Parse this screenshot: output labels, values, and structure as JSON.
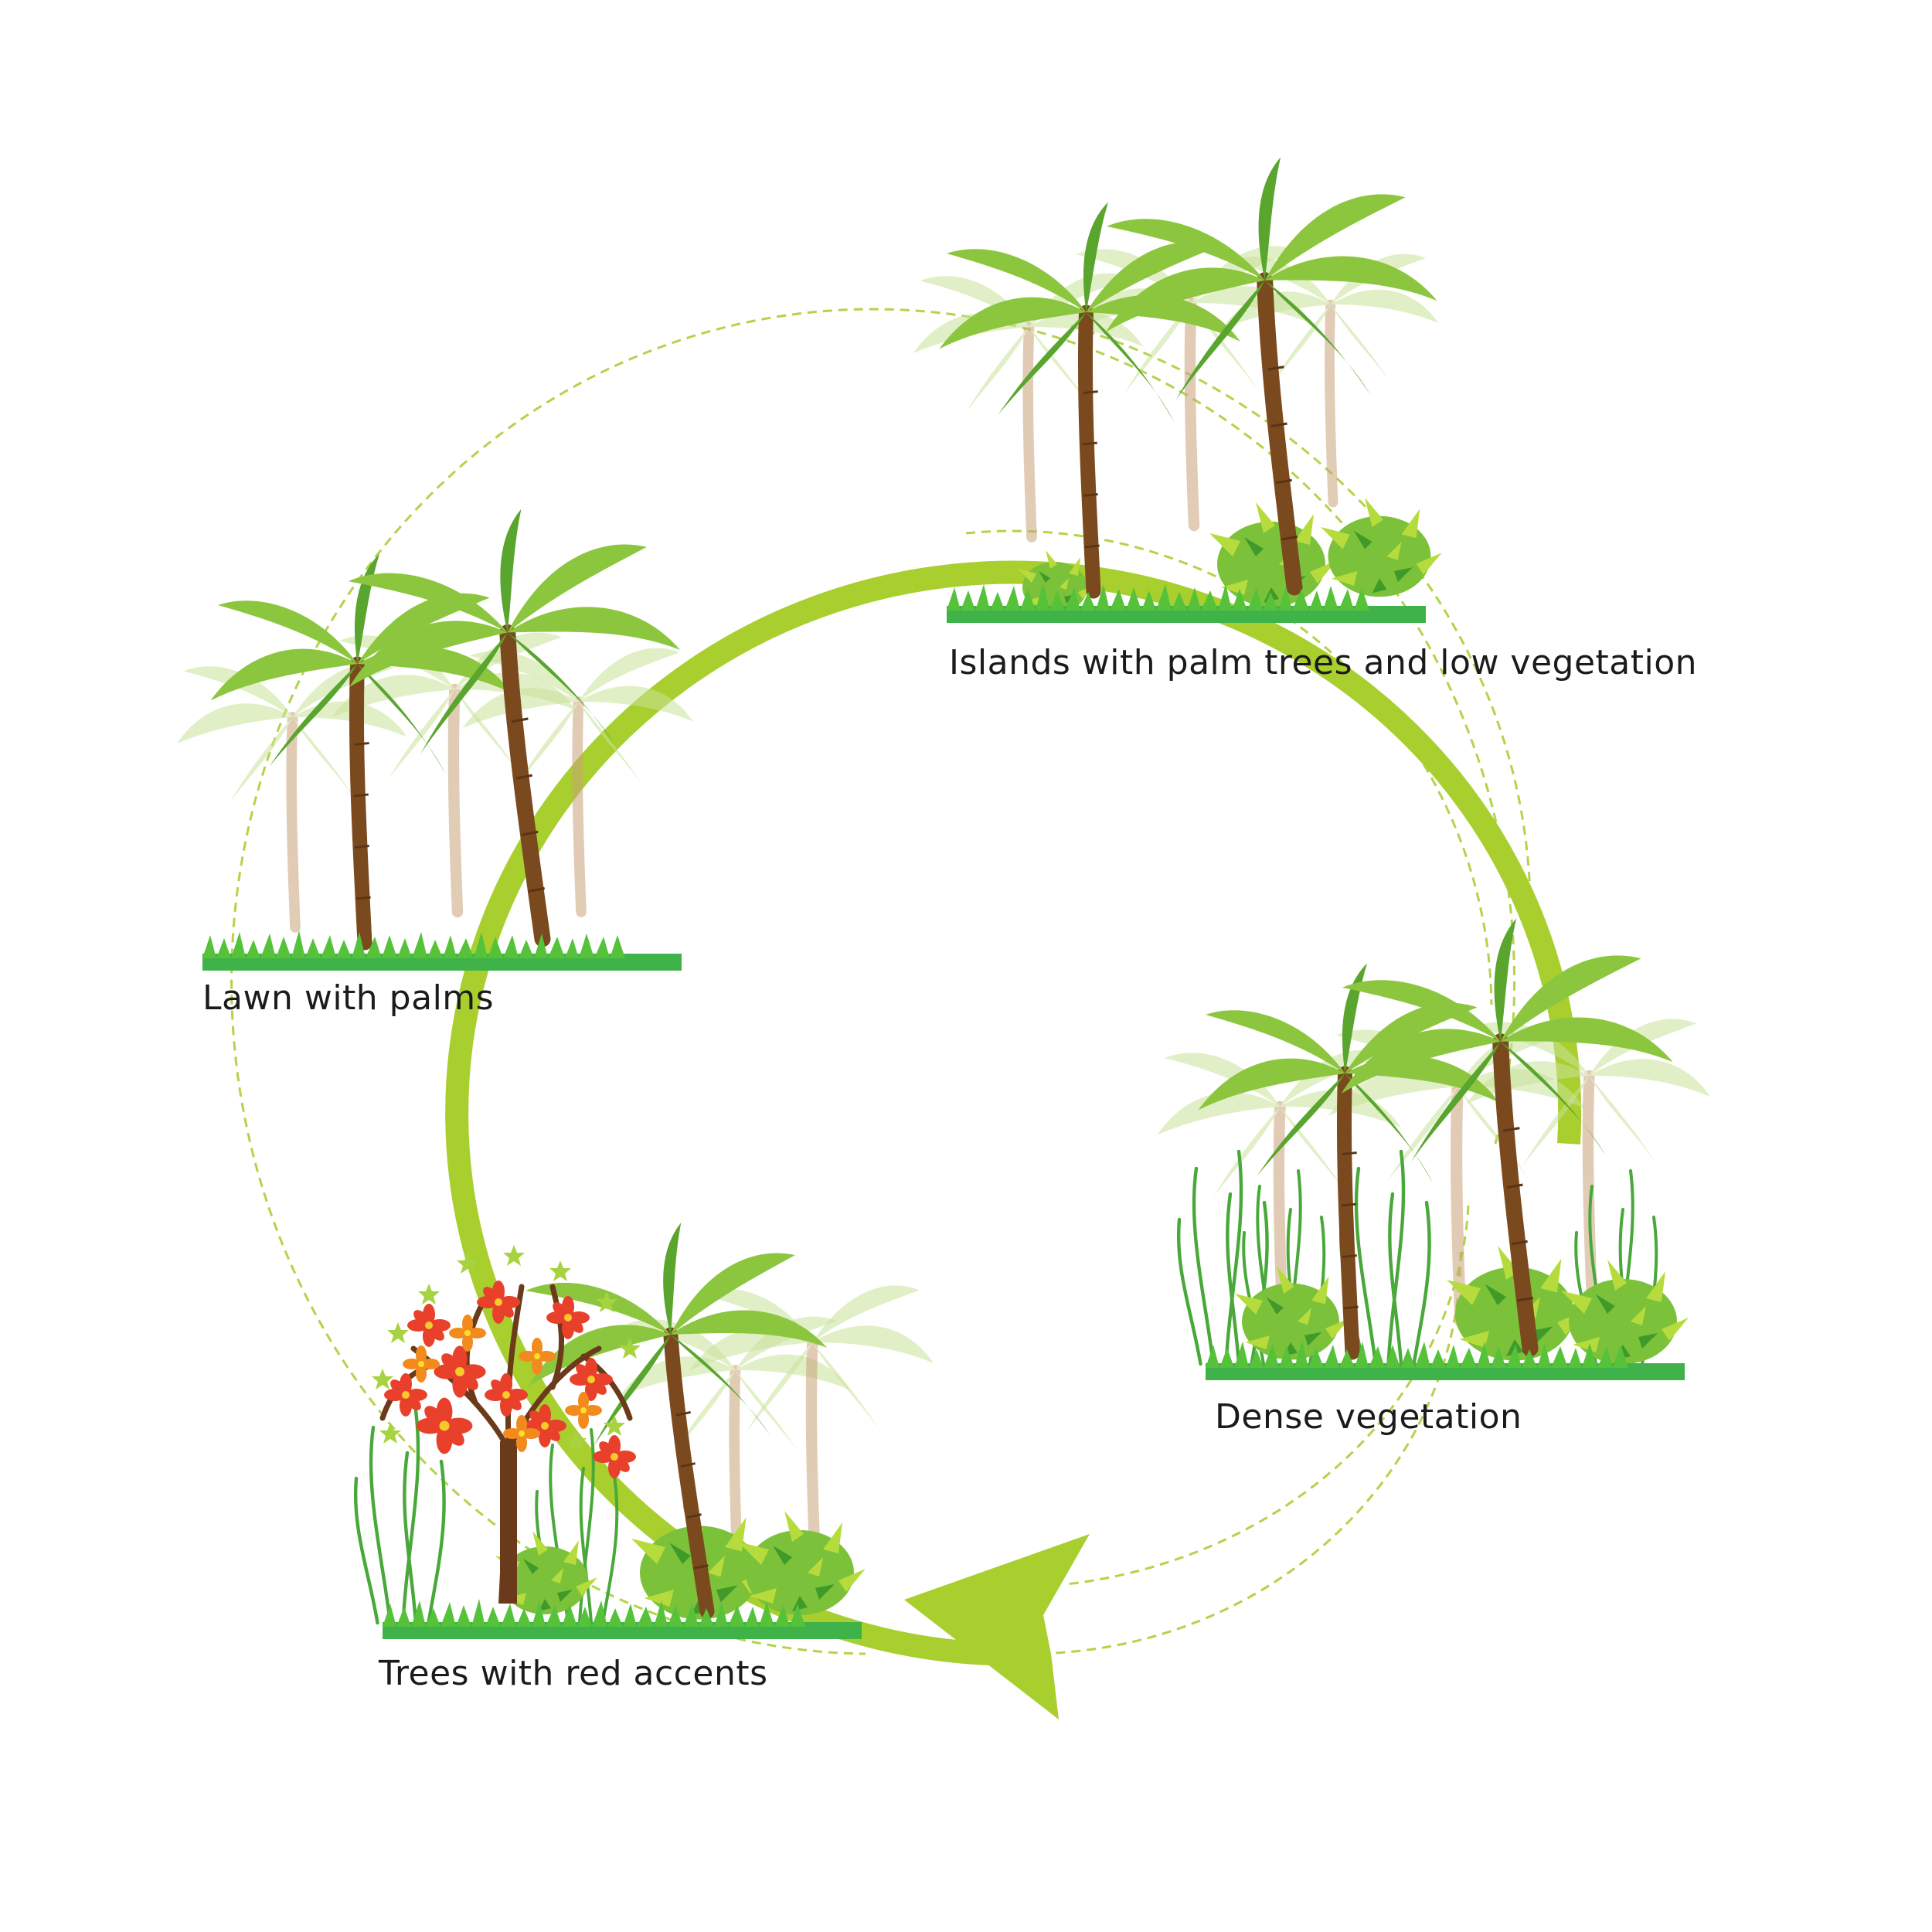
{
  "stages": [
    {
      "id": "islands",
      "label": "Islands with palm trees and low vegetation"
    },
    {
      "id": "lawn",
      "label": "Lawn with palms"
    },
    {
      "id": "dense",
      "label": "Dense vegetation"
    },
    {
      "id": "red",
      "label": "Trees with red accents"
    }
  ],
  "colors": {
    "arrow": "#a8cf2e",
    "dashed_ring": "#b3d34a",
    "palm_dark": "#5aa52e",
    "palm_light": "#8cc63f",
    "palm_faded": "#c9e29a",
    "trunk": "#7a4a1e",
    "trunk_faded": "#c9a27a",
    "grass": "#3fb24a",
    "flower_red": "#e8402a",
    "flower_orange": "#f28a1e",
    "tree_trunk": "#6b3a1a"
  },
  "icons": [
    "cycle-arrow-icon",
    "palm-tree-icon",
    "flowering-tree-icon",
    "shrub-icon",
    "grass-icon"
  ]
}
